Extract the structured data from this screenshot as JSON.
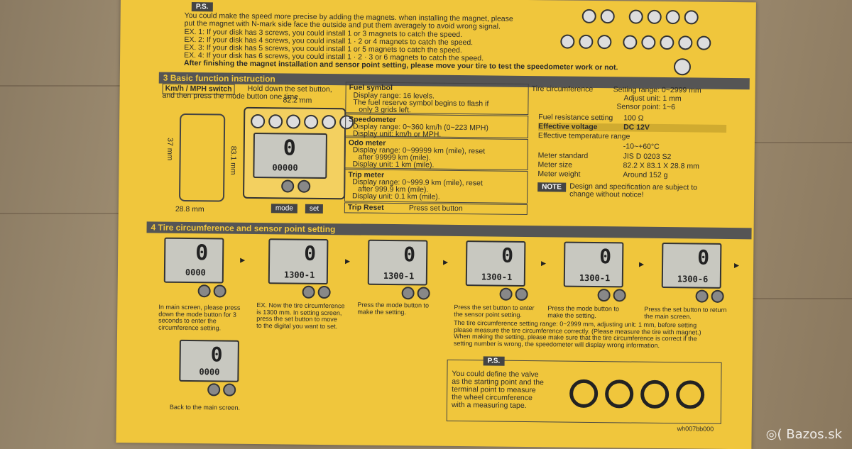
{
  "ps_section": {
    "ps_label": "P.S.",
    "line1": "You could make the speed more precise by adding the magnets. when installing the magnet, please",
    "line2": "put the magnet with N-mark side face the outside and put them averagely to avoid wrong signal.",
    "ex1": "EX. 1: If your disk has 3 screws, you could install 1 or 3 magnets to catch the speed.",
    "ex2": "EX. 2: If your disk has 4 screws, you could install 1 · 2 or 4 magnets to catch the speed.",
    "ex3": "EX. 3: If your disk has 5 screws, you could install 1 or 5 magnets to catch the speed.",
    "ex4": "EX. 4: If your disk has 6 screws, you could install 1 · 2 · 3 or 6 magnets to catch the speed.",
    "after": "After finishing the magnet installation and sensor point setting, please move your tire to test the speedometer work or not."
  },
  "section3": {
    "title": "3 Basic function instruction",
    "kmh_title": "Km/h / MPH switch",
    "kmh_text1": "Hold down the set button,",
    "kmh_text2": "and then press the mode button one time.",
    "dim_width": "82.2 mm",
    "dim_height": "83.1 mm",
    "dim_depth": "28.8 mm",
    "dim_side": "37 mm",
    "fuel_title": "Fuel symbol",
    "fuel_l1": "Display range: 16 levels.",
    "fuel_l2": "The fuel reserve symbol begins to flash if",
    "fuel_l3": "only 3 grids left.",
    "speedo_title": "Speedometer",
    "speedo_l1": "Display range: 0~360 km/h (0~223 MPH)",
    "speedo_l2": "Display unit: km/h or MPH.",
    "odo_title": "Odo meter",
    "odo_l1": "Display range: 0~99999 km (mile), reset",
    "odo_l2": "after 99999 km (mile).",
    "odo_l3": "Display unit: 1 km (mile).",
    "trip_title": "Trip meter",
    "trip_l1": "Display range: 0~999.9 km (mile), reset",
    "trip_l2": "after 999.9 km (mile).",
    "trip_l3": "Display unit: 0.1 km (mile).",
    "mode_label": "mode",
    "set_label": "set",
    "trip_reset": "Trip Reset",
    "trip_reset_text": "Press set button"
  },
  "specs": [
    {
      "label": "Tire circumference",
      "value": "Setting range: 0~2999 mm"
    },
    {
      "label": "",
      "value": "Adjust unit: 1 mm"
    },
    {
      "label": "",
      "value": "Sensor point: 1~6"
    },
    {
      "label": "Fuel resistance setting",
      "value": "100 Ω"
    },
    {
      "label": "Effective voltage",
      "value": "DC 12V"
    },
    {
      "label": "Effective temperature range",
      "value": ""
    },
    {
      "label": "",
      "value": "-10~+60°C"
    },
    {
      "label": "Meter standard",
      "value": "JIS D 0203 S2"
    },
    {
      "label": "Meter size",
      "value": "82.2 X 83.1 X 28.8 mm"
    },
    {
      "label": "Meter weight",
      "value": "Around 152 g"
    }
  ],
  "note": {
    "label": "NOTE",
    "l1": "Design and specification are subject to",
    "l2": "change without notice!"
  },
  "section4": {
    "title": "4 Tire circumference and sensor point setting",
    "screens": [
      "1300-1",
      "1300-1",
      "1300-1",
      "1300-1",
      "1300-6"
    ],
    "captions": [
      [
        "In main screen, please press",
        "down the mode button for 3",
        "seconds to enter the",
        "circumference setting."
      ],
      [
        "EX. Now the tire circumference",
        "is 1300 mm. In setting screen,",
        "press the set button to move",
        "to the digital you want to set."
      ],
      [
        "Press the mode button to",
        "make the setting."
      ],
      [
        "Press the set button to enter",
        "the sensor point setting."
      ],
      [
        "Press the mode button to",
        "make the setting."
      ],
      [
        "Press the set button to return",
        "the main screen."
      ]
    ],
    "warn1": "The tire circumference setting range: 0~2999 mm, adjusting unit: 1 mm, before setting",
    "warn2": "please measure the tire circumference correctly. (Please measure the tire with magnet.)",
    "warn3": "When making the setting, please make sure that the tire circumference is correct if the",
    "warn4": "setting number is wrong, the speedometer will display wrong information.",
    "back_caption": "Back to the main screen.",
    "ps_label": "P.S.",
    "ps_l1": "You could define the valve",
    "ps_l2": "as the starting point and the",
    "ps_l3": "terminal point to measure",
    "ps_l4": "the wheel circumference",
    "ps_l5": "with a measuring tape.",
    "code": "wh007bb000"
  },
  "watermark": "Bazos.sk",
  "colors": {
    "paper": "#f0c63c",
    "header": "#555555",
    "wood": "#9c8b70"
  }
}
